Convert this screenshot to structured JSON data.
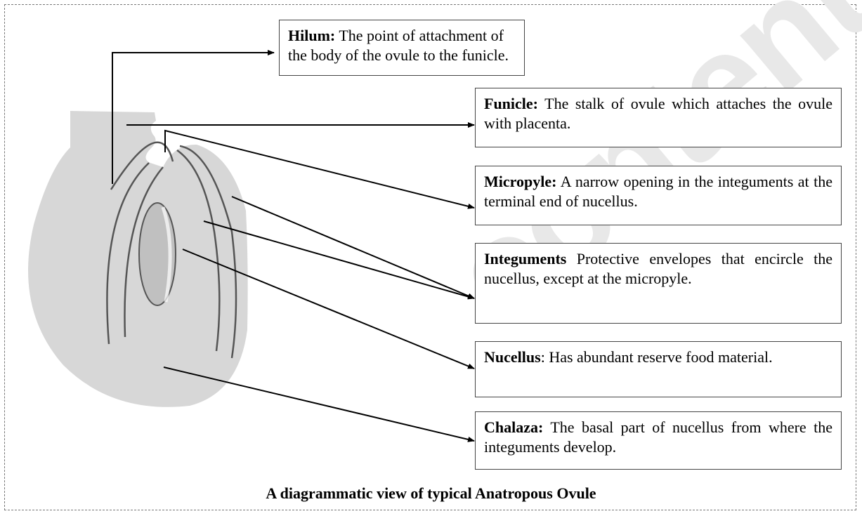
{
  "labels": {
    "hilum": {
      "term": "Hilum:",
      "desc": "The point of attachment of the body of the ovule to the funicle."
    },
    "funicle": {
      "term": "Funicle:",
      "desc": "The stalk of ovule which attaches the ovule with placenta."
    },
    "micropyle": {
      "term": "Micropyle:",
      "desc": "A narrow opening in the integuments at the terminal end of nucellus."
    },
    "integuments": {
      "term": "Integuments",
      "desc": "Protective envelopes that encircle the nucellus, except at the micropyle."
    },
    "nucellus": {
      "term": "Nucellus",
      "sep": ":",
      "desc": "Has abundant reserve food material."
    },
    "chalaza": {
      "term": "Chalaza:",
      "desc": "The basal part of nucellus from where the integuments develop."
    }
  },
  "caption": "A diagrammatic view of typical Anatropous Ovule",
  "watermark": "content",
  "colors": {
    "ovule_fill": "#d7d7d7",
    "nucellus_fill": "#c4c4c4",
    "line": "#333333"
  }
}
